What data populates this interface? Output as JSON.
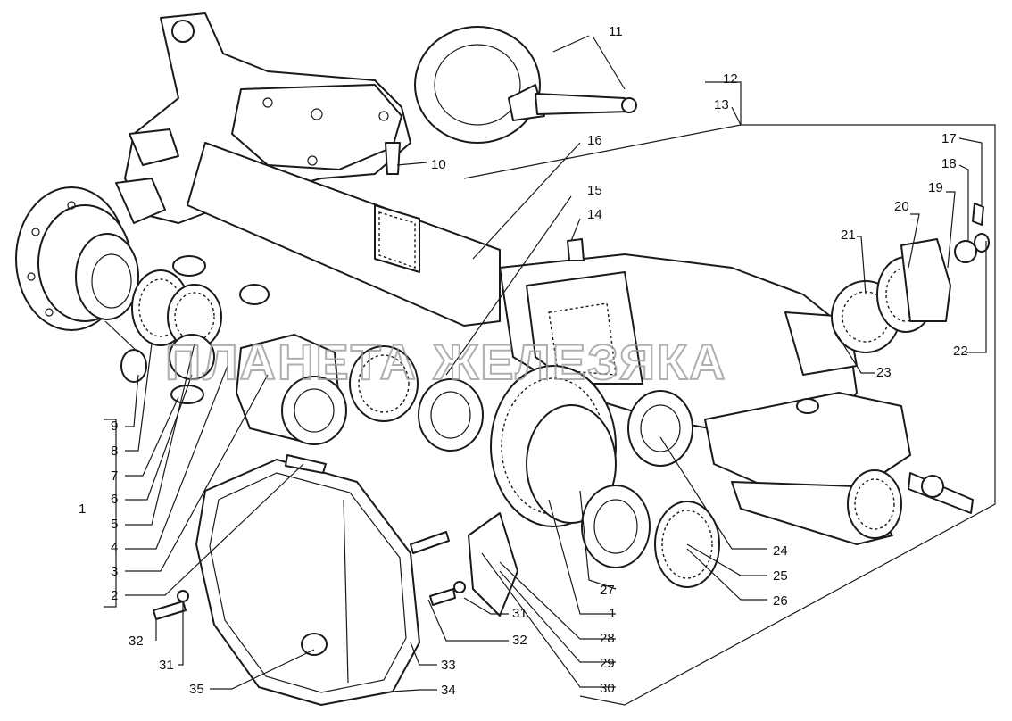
{
  "watermark": "ПЛАНЕТА ЖЕЛЕЗЯКА",
  "callouts": [
    "1",
    "2",
    "3",
    "4",
    "5",
    "6",
    "7",
    "8",
    "9",
    "10",
    "11",
    "12",
    "13",
    "14",
    "15",
    "16",
    "17",
    "18",
    "19",
    "20",
    "21",
    "22",
    "23",
    "24",
    "25",
    "26",
    "27",
    "1",
    "28",
    "29",
    "30",
    "31",
    "32",
    "33",
    "34",
    "35",
    "32",
    "31"
  ]
}
